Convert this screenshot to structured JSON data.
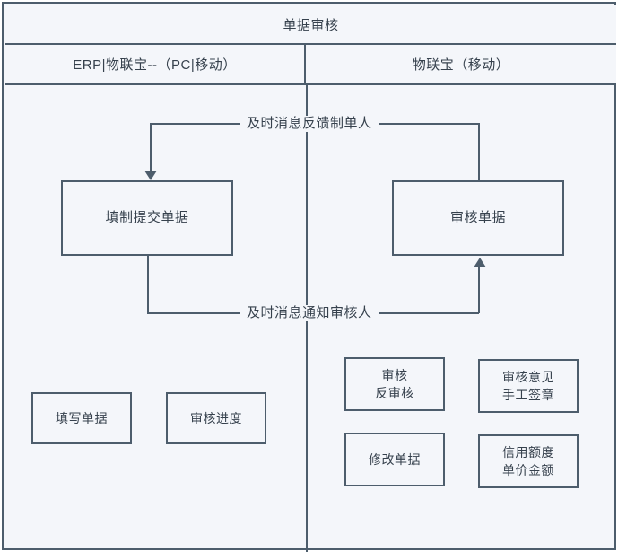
{
  "pool": {
    "title": "单据审核",
    "lanes": [
      {
        "id": "lane-erp",
        "label": "ERP|物联宝--（PC|移动）"
      },
      {
        "id": "lane-wlb",
        "label": "物联宝（移动）"
      }
    ]
  },
  "nodes": {
    "fill_submit": {
      "label": "填制提交单据"
    },
    "review_doc": {
      "label": "审核单据"
    },
    "fill_doc": {
      "label": "填写单据"
    },
    "review_progress": {
      "label": "审核进度"
    },
    "review_unreview": {
      "label": "审核\n反审核"
    },
    "review_opinion": {
      "label": "审核意见\n手工签章"
    },
    "modify_doc": {
      "label": "修改单据"
    },
    "credit_amount": {
      "label": "信用额度\n单价金额"
    }
  },
  "edges": {
    "feedback_to_creator": {
      "label": "及时消息反馈制单人"
    },
    "notify_reviewer": {
      "label": "及时消息通知审核人"
    }
  },
  "colors": {
    "line": "#4d5d6c",
    "fill": "#f4f6fa",
    "text": "#36414d",
    "page": "#ffffff"
  }
}
